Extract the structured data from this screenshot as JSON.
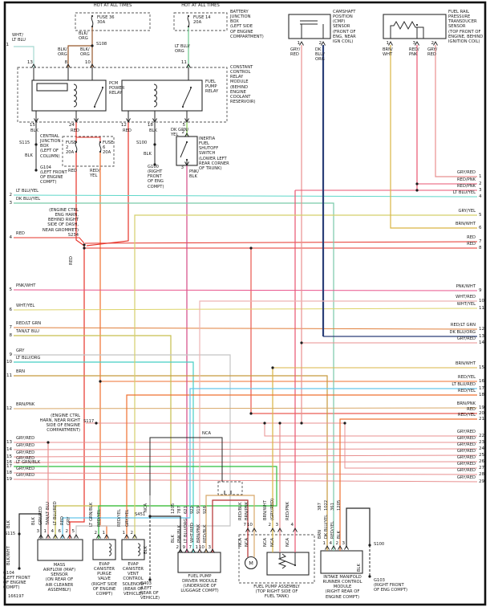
{
  "top": {
    "hot1": "HOT AT ALL TIMES",
    "hot2": "HOT AT ALL TIMES",
    "fuse36": "FUSE 36\n30A",
    "fuse14": "FUSE 14\n20A",
    "bjb": "BATTERY\nJUNCTION\nBOX\n(LEFT SIDE\nOF ENGINE\nCOMPARTMENT)",
    "wht_ltblu": "WHT/\nLT BLU",
    "pin1_num": "1",
    "blkorg1": "BLK/\nORG",
    "s108": "S108",
    "blkorg2": "BLK/\nORG",
    "blkorg3": "BLK/\nORG",
    "ltbluorg": "LT BLU/\nORG",
    "p13": "13",
    "p8": "8",
    "p10": "10",
    "p11": "11",
    "pcm_relay": "PCM\nPOWER\nRELAY",
    "fp_relay": "FUEL\nPUMP\nRELAY",
    "ccrm": "CONSTANT\nCONTROL\nRELAY\nMODULE\n(BEHIND\nENGINE\nCOOLANT\nRESERVOIR)",
    "p15": "15",
    "p24": "24",
    "p12": "12",
    "p18": "18",
    "p5": "5",
    "blk15": "BLK",
    "red24": "RED",
    "red12": "RED",
    "blk18": "BLK",
    "dkgrnyel5": "DK GRN/\nYEL",
    "s115a": "S115",
    "cjb": "CENTRAL\nJUNCTION\nBOX\n(LEFT OF\nCOLUMN)",
    "fuse2": "FUSE\n2\n20A",
    "fuse6": "FUSE\n6\n20A",
    "blk_g104": "BLK",
    "g104a": "G104\n(LEFT FRONT\nOF ENGINE\nCOMPT)",
    "red_f2": "RED",
    "redyel_f6": "RED/\nYEL",
    "s100a": "S100",
    "blk_s100": "BLK",
    "g100": "G100\n(RIGHT\nFRONT\nOF ENG\nCOMPT)",
    "p2_sw": "2",
    "p3_sw": "3",
    "inertia": "INERTIA\nFUEL\nSHUTOFF\nSWITCH\n(LOWER LEFT\nREAR CORNER\nOF TRUNK)",
    "pnkblk": "PNK/\nBLK"
  },
  "cmp": {
    "title": "CAMSHAFT\nPOSITION\n(CMP)\nSENSOR\n(FRONT OF\nENG, NEAR\nIGN COIL)",
    "p1": "1",
    "p2": "2",
    "w1": "GRY/\nRED",
    "w2": "DK\nBLU/\nORG"
  },
  "frp": {
    "title": "FUEL RAIL\nPRESSURE\nTRANSDUCER\nSENSOR\n(TOP FRONT OF\nENGINE, BEHIND\nIGNITION COIL)",
    "p1": "1",
    "p3": "3",
    "p2": "2",
    "w1": "BRN/\nWHT",
    "w3": "RED/\nPNK",
    "w2": "GRY/\nRED"
  },
  "mid": {
    "s234_note": "(ENGINE CTRL\nENG HARN,\nBEHIND RIGHT\nSIDE OF DASH,\nNEAR GROMMET)\nS234",
    "red_rot": "RED",
    "s117_note": "(ENGINE CTRL\nHARN, NEAR RIGHT\nSIDE OF ENGINE\nCOMPARTMENT)",
    "s117": "S117",
    "nca_top": "NCA"
  },
  "left_rows": [
    {
      "n": "2",
      "label": "LT BLU/YEL"
    },
    {
      "n": "3",
      "label": "DK BLU/YEL"
    },
    {
      "n": "4",
      "label": "RED"
    },
    {
      "n": "5",
      "label": "PNK/WHT"
    },
    {
      "n": "6",
      "label": "WHT/YEL"
    },
    {
      "n": "7",
      "label": "RED/LT GRN"
    },
    {
      "n": "8",
      "label": "TAN/LT BLU"
    },
    {
      "n": "9",
      "label": "GRY"
    },
    {
      "n": "10",
      "label": "LT BLU/ORG"
    },
    {
      "n": "11",
      "label": "BRN"
    },
    {
      "n": "12",
      "label": "BRN/PNK"
    },
    {
      "n": "13",
      "label": "GRY/RED"
    },
    {
      "n": "14",
      "label": "GRY/RED"
    },
    {
      "n": "15",
      "label": "GRY/RED"
    },
    {
      "n": "16",
      "label": "GRY/RED"
    },
    {
      "n": "17",
      "label": "LT GRN/BLK"
    },
    {
      "n": "18",
      "label": "GRY/RED"
    },
    {
      "n": "19",
      "label": "GRY/RED"
    }
  ],
  "right_rows": [
    {
      "n": "1",
      "label": "GRY/RED"
    },
    {
      "n": "2",
      "label": "RED/PNK"
    },
    {
      "n": "3",
      "label": "RED/PNK"
    },
    {
      "n": "4",
      "label": "LT BLU/YEL"
    },
    {
      "n": "5",
      "label": "GRY/YEL"
    },
    {
      "n": "6",
      "label": "BRN/WHT"
    },
    {
      "n": "7",
      "label": "RED"
    },
    {
      "n": "8",
      "label": "RED"
    },
    {
      "n": "9",
      "label": "PNK/WHT"
    },
    {
      "n": "10",
      "label": "WHT/RED"
    },
    {
      "n": "11",
      "label": "WHT/YEL"
    },
    {
      "n": "12",
      "label": "RED/LT GRN"
    },
    {
      "n": "13",
      "label": "DK BLU/ORG"
    },
    {
      "n": "14",
      "label": "GRY/RED"
    },
    {
      "n": "15",
      "label": "BRN/WHT"
    },
    {
      "n": "16",
      "label": "RED/YEL"
    },
    {
      "n": "17",
      "label": "LT BLU/RED"
    },
    {
      "n": "18",
      "label": "RED/YEL"
    },
    {
      "n": "19",
      "label": "BRN/PNK"
    },
    {
      "n": "20",
      "label": "RED"
    },
    {
      "n": "21",
      "label": "RED/YEL"
    },
    {
      "n": "22",
      "label": "GRY/RED"
    },
    {
      "n": "23",
      "label": "GRY/RED"
    },
    {
      "n": "24",
      "label": "GRY/RED"
    },
    {
      "n": "25",
      "label": "GRY/RED"
    },
    {
      "n": "26",
      "label": "GRY/RED"
    },
    {
      "n": "27",
      "label": "GRY/RED"
    },
    {
      "n": "28",
      "label": "GRY/RED"
    },
    {
      "n": "29",
      "label": "GRY/RED"
    }
  ],
  "bottom": {
    "s115": "S115",
    "blk_rot1": "BLK",
    "blkwht_rot": "BLK/WHT",
    "g104": "G104\n(LEFT FRONT\nOF ENGINE\nCOMPT)",
    "diagram_id": "166197",
    "maf": {
      "title": "MASS\nAIRFLOW (MAF)\nSENSOR\n(ON REAR OF\nAIR CLEANER\nASSEMBLY)",
      "pins": [
        {
          "n": "3",
          "w": "BLK"
        },
        {
          "n": "1",
          "w": "GRY/RED"
        },
        {
          "n": "4",
          "w": "TAN/LT BLU"
        },
        {
          "n": "6",
          "w": "LT BLU/RED"
        },
        {
          "n": "2",
          "w": "RED"
        },
        {
          "n": "5",
          "w": "GRY"
        }
      ]
    },
    "purge": {
      "title": "EVAP\nCANISTER\nPURGE\nVALVE\n(RIGHT SIDE\nOF ENGINE\nCOMPT)",
      "pins": [
        {
          "n": "2",
          "w": "LT GRN/BLK"
        },
        {
          "n": "1",
          "w": "RED/YEL"
        }
      ]
    },
    "vent": {
      "title": "EVAP\nCANISTER\nVENT\nCONTROL\nSOLENOID\n(REAR OF\nVEHICLE)",
      "pins": [
        {
          "n": "1",
          "w": "RED/YEL"
        },
        {
          "n": "2",
          "w": "GRY/YEL"
        }
      ]
    },
    "s451": "S451",
    "nca_rot": "NCA",
    "blk_rot2": "BLK",
    "g403": "G403\n(LEFT\nREAR OF\nVEHICLE)",
    "fpdm": {
      "title": "FUEL PUMP\nDRIVER MODULE\n(UNDERSIDE OF\nLUGGAGE COMPT)",
      "pins": [
        {
          "n": "2",
          "w": "BLK",
          "c": "1205"
        },
        {
          "n": "9",
          "w": "PNK/BLK",
          "c": "787"
        },
        {
          "n": "7",
          "w": "LT BLU/ORG",
          "c": "621"
        },
        {
          "n": "1",
          "w": "WHT/RED",
          "c": "922"
        },
        {
          "n": "10",
          "w": "BRN/PNK",
          "c": "919"
        },
        {
          "n": "3",
          "w": "RED/BLK",
          "c": "926"
        }
      ]
    },
    "fpa": {
      "title": "FUEL PUMP ASSEMBLY\n(TOP RIGHT SIDE OF\nFUEL TANK)",
      "m": "M",
      "pins": [
        {
          "n": "7",
          "w": "RED/BLK",
          "nca": "NCA"
        },
        {
          "n": "10",
          "w": "BRN/PNK",
          "nca": "NCA"
        },
        {
          "n": "2",
          "w": "BRN/WHT",
          "nca": "NCA"
        },
        {
          "n": "3",
          "w": "(GRY/RED)",
          "nca": "NCA"
        },
        {
          "n": "4",
          "w": "RED/PNK",
          "nca": "NCA"
        }
      ]
    },
    "imrc": {
      "title": "INTAKE MANIFOLD\nRUNNER CONTROL\nMODULE\n(RIGHT REAR OF\nENGINE COMPT)",
      "pins": [
        {
          "n": "1",
          "w": "BRN",
          "c": "387"
        },
        {
          "n": "4",
          "w": "DK BLU/YEL",
          "c": "1022"
        },
        {
          "n": "2",
          "w": "RED/YEL",
          "c": "361"
        },
        {
          "n": "3",
          "w": "BLK",
          "c": "1205"
        }
      ]
    },
    "s100": "S100",
    "blk_rot3": "BLK",
    "g103": "G103\n(RIGHT FRONT\nOF ENG COMPT)"
  },
  "colors": {
    "blk": "#262626",
    "blkorg": "#96572b",
    "whtltblu": "#a5d8d0",
    "ltbluorg_grn": "#6cc98b",
    "red": "#e63329",
    "redyel": "#ef7030",
    "dkgrnyel": "#86cf4f",
    "pnkblk": "#d44a86",
    "ltbluyel": "#5fd7c9",
    "dkbluyel": "#79c9a9",
    "pnkwht": "#e8558c",
    "whtyel": "#ddd46a",
    "redltgrn": "#e07f3c",
    "tanltblu": "#c6bf4e",
    "gry": "#c4c4c4",
    "ltbluorg": "#45cfc4",
    "brn": "#c79a3e",
    "brnpnk": "#d8a869",
    "gryred": "#e89090",
    "ltgrnblk": "#2fbf3f",
    "gryyel": "#d4cf6b",
    "whtred": "#eeb3b3",
    "ltblured": "#66c5ea",
    "dkbluorg": "#2b3f77",
    "brnwht": "#d9b544",
    "redpnk": "#ea5570",
    "redblk": "#b52f2f",
    "nca_grey": "#9a9a9a"
  }
}
